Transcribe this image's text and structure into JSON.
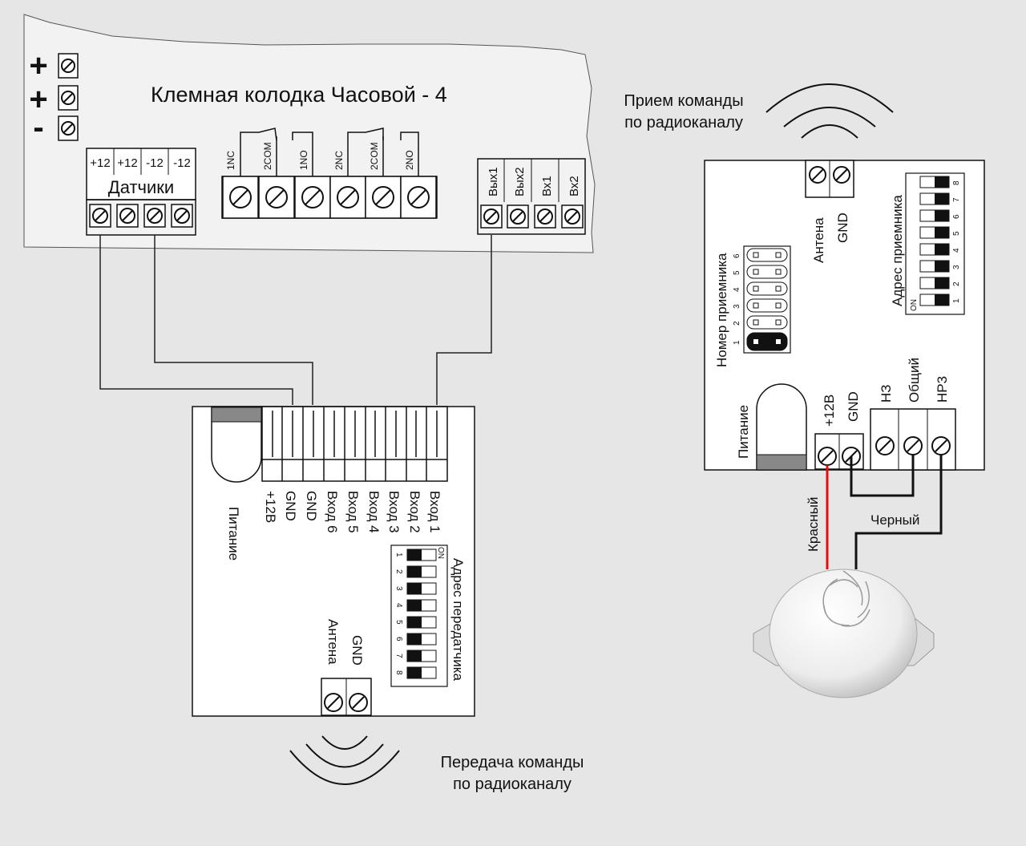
{
  "panel": {
    "title": "Клемная колодка Часовой - 4",
    "power_signs": [
      "+",
      "+",
      "-"
    ],
    "sensors": {
      "group_label": "Датчики",
      "terminals": [
        "+12",
        "+12",
        "-12",
        "-12"
      ]
    },
    "relays": {
      "terminals": [
        "1NC",
        "2COM",
        "1NO",
        "2NC",
        "2COM",
        "2NO"
      ]
    },
    "io": {
      "terminals": [
        "Вых1",
        "Вых2",
        "Вх1",
        "Вх2"
      ]
    }
  },
  "transmitter": {
    "power_label": "Питание",
    "terminals": [
      "+12В",
      "GND",
      "GND",
      "Вход 6",
      "Вход 5",
      "Вход 4",
      "Вход 3",
      "Вход 2",
      "Вход 1"
    ],
    "address_label": "Адрес передатчика",
    "dip_on": "ON",
    "dip_numbers": [
      "1",
      "2",
      "3",
      "4",
      "5",
      "6",
      "7",
      "8"
    ],
    "antenna_labels": [
      "Антена",
      "GND"
    ],
    "caption": [
      "Передача команды",
      "по радиоканалу"
    ]
  },
  "receiver": {
    "caption": [
      "Прием команды",
      "по радиоканалу"
    ],
    "antenna_labels": [
      "Антена",
      "GND"
    ],
    "address_label": "Адрес приемника",
    "dip_on": "ON",
    "dip_numbers": [
      "1",
      "2",
      "3",
      "4",
      "5",
      "6",
      "7",
      "8"
    ],
    "number_label": "Номер приемника",
    "jumper_numbers": [
      "1",
      "2",
      "3",
      "4",
      "5",
      "6"
    ],
    "power_label": "Питание",
    "power_terminals": [
      "+12В",
      "GND"
    ],
    "relay_terminals": [
      "НЗ",
      "Общий",
      "НР3"
    ]
  },
  "wires": {
    "red_label": "Красный",
    "black_label": "Черный"
  },
  "colors": {
    "background": "#e6e6e6",
    "panel": "#f2f2f2",
    "device": "#ffffff",
    "wire": "#222222",
    "red_wire": "#e01010",
    "siren": "#f4f4f4"
  }
}
